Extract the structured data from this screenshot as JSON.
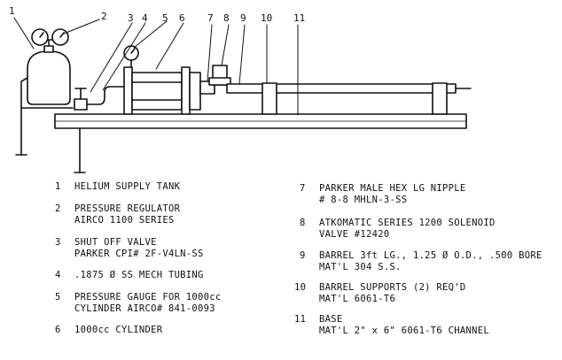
{
  "callouts": [
    "1",
    "2",
    "3",
    "4",
    "5",
    "6",
    "7",
    "8",
    "9",
    "10",
    "11"
  ],
  "legend_left": [
    {
      "num": "1",
      "line1": "HELIUM SUPPLY TANK",
      "line2": ""
    },
    {
      "num": "2",
      "line1": "PRESSURE REGULATOR",
      "line2": "AIRCO 1100 SERIES"
    },
    {
      "num": "3",
      "line1": "SHUT OFF VALVE",
      "line2": "PARKER CPI# 2F-V4LN-SS"
    },
    {
      "num": "4",
      "line1": ".1875 Ø SS MECH TUBING",
      "line2": ""
    },
    {
      "num": "5",
      "line1": "PRESSURE GAUGE FOR 1000cc",
      "line2": "CYLINDER AIRCO# 841-0093"
    },
    {
      "num": "6",
      "line1": "1000cc CYLINDER",
      "line2": ""
    }
  ],
  "legend_right": [
    {
      "num": "7",
      "line1": "PARKER MALE HEX LG NIPPLE",
      "line2": "# 8-8 MHLN-3-SS"
    },
    {
      "num": "8",
      "line1": "ATKOMATIC SERIES 1200 SOLENOID",
      "line2": "VALVE #12420"
    },
    {
      "num": "9",
      "line1": "BARREL 3ft LG., 1.25 Ø O.D., .500 BORE",
      "line2": "MAT'L 304 S.S."
    },
    {
      "num": "10",
      "line1": "BARREL SUPPORTS (2) REQ'D",
      "line2": "MAT'L 6061-T6"
    },
    {
      "num": "11",
      "line1": "BASE",
      "line2": "MAT'L 2\" x 6\" 6061-T6 CHANNEL"
    }
  ]
}
